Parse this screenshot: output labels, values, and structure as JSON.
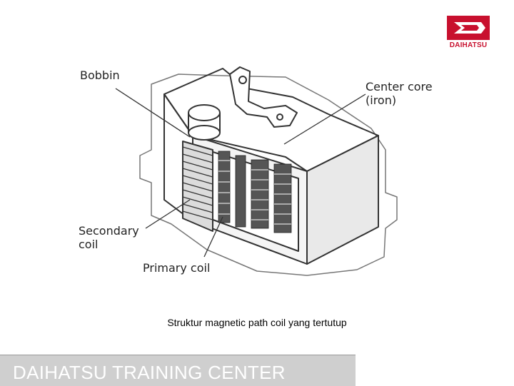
{
  "logo": {
    "text": "DAIHATSU",
    "brand_color": "#c8102e",
    "icon": "daihatsu-logo-icon"
  },
  "diagram": {
    "labels": {
      "bobbin": "Bobbin",
      "center_core": "Center core\n(iron)",
      "secondary_coil": "Secondary\ncoil",
      "primary_coil": "Primary coil"
    }
  },
  "caption": "Struktur magnetic path coil yang tertutup",
  "footer": {
    "text": "DAIHATSU TRAINING CENTER",
    "background": "#cfcfcf"
  }
}
